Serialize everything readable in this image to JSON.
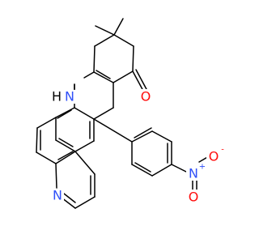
{
  "molecule": {
    "atom_labels": {
      "nh": "H",
      "nh_n": "N",
      "carbonyl_o": "O",
      "pyridine_n": "N",
      "nitro_n": "N",
      "nitro_n_charge": "+",
      "nitro_o_top": "O",
      "nitro_o_top_charge": "-",
      "nitro_o_bottom": "O"
    },
    "colors": {
      "bond": "#000000",
      "nitrogen": "#3050F8",
      "oxygen": "#FF0D0D",
      "text": "#000000",
      "background": "#ffffff"
    }
  }
}
